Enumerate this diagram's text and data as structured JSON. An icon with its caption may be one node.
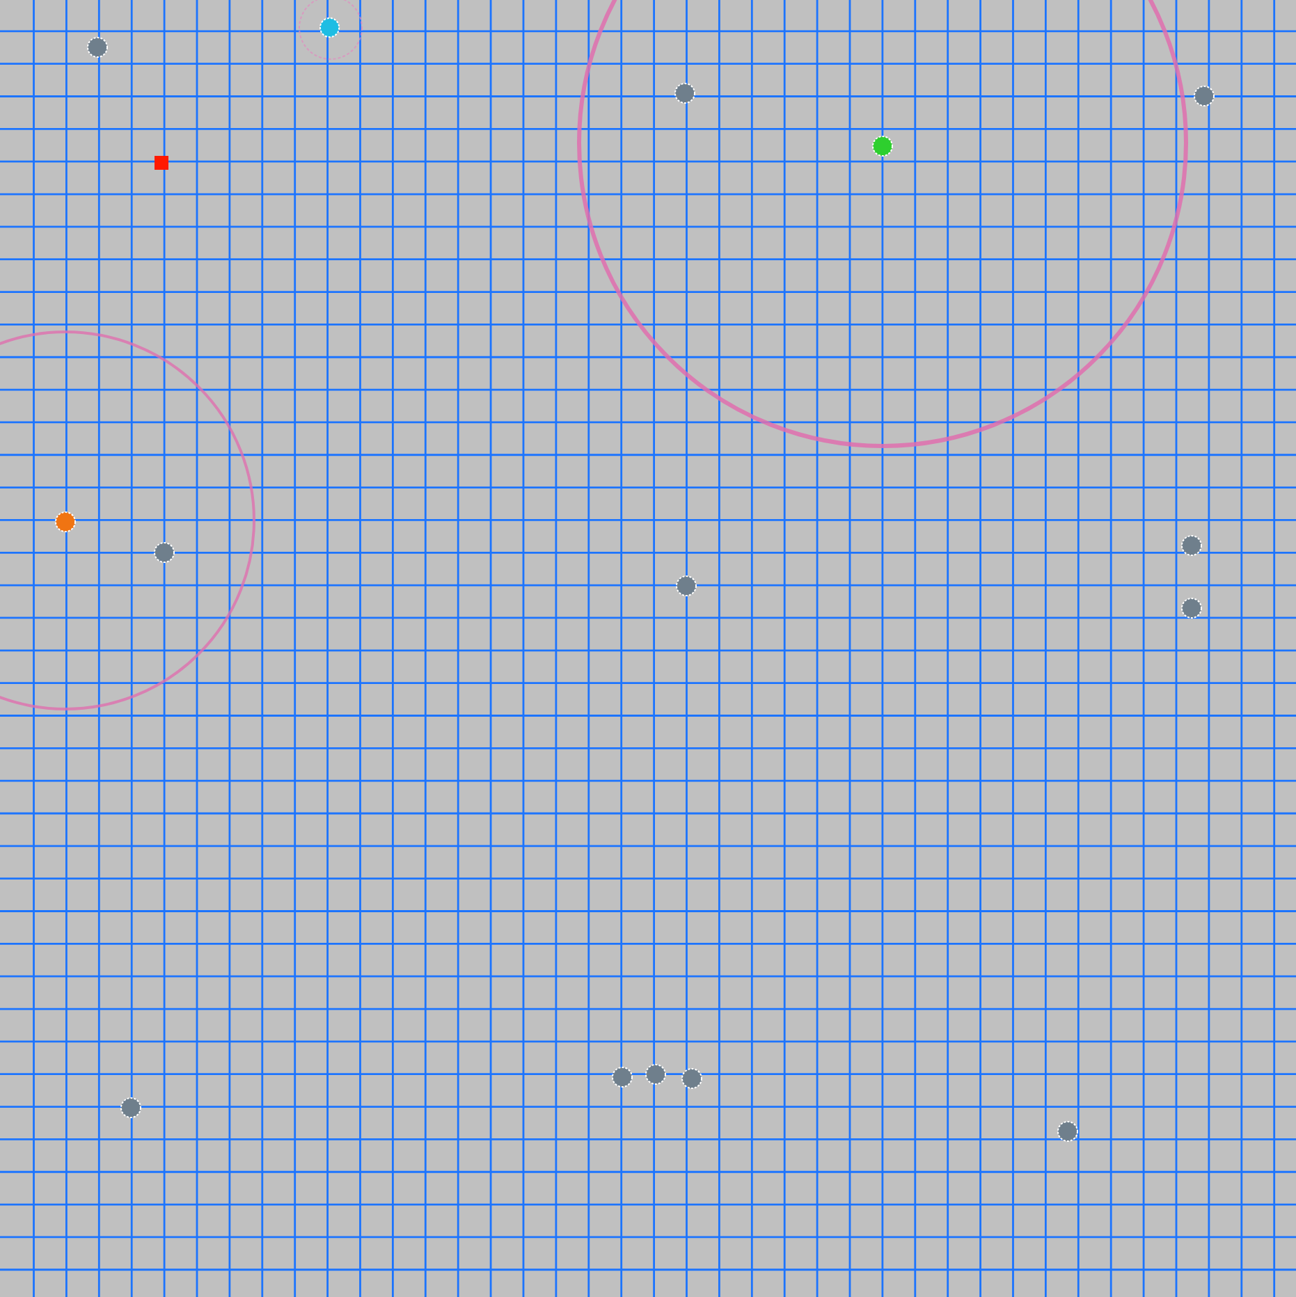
{
  "diagram": {
    "nodes": [
      {
        "text": [],
        "shape": "circle"
      },
      {
        "text": [],
        "shape": "circle"
      },
      {
        "text": [],
        "shape": "circle",
        "in": 1
      },
      {
        "text": [],
        "shape": "circle"
      },
      {
        "text": [],
        "shape": "circle",
        "in": 3
      },
      {
        "text": [],
        "shape": "circle",
        "in": 3
      },
      {
        "text": [],
        "shape": "circle"
      },
      {
        "text": [],
        "shape": "box"
      },
      {
        "text": [],
        "shape": "circle"
      },
      {
        "text": [],
        "shape": "circle",
        "in": 8
      },
      {
        "text": [],
        "shape": "circle",
        "in": 8
      },
      {
        "text": [],
        "shape": "circle"
      },
      {
        "text": [],
        "shape": "circle"
      },
      {
        "text": [],
        "shape": "circle"
      },
      {
        "text": [],
        "shape": "circle"
      },
      {
        "text": [],
        "shape": "circle"
      },
      {
        "text": [],
        "shape": "circle"
      },
      {
        "text": [],
        "shape": "circle"
      },
      {
        "text": [],
        "shape": "circle"
      }
    ]
  }
}
